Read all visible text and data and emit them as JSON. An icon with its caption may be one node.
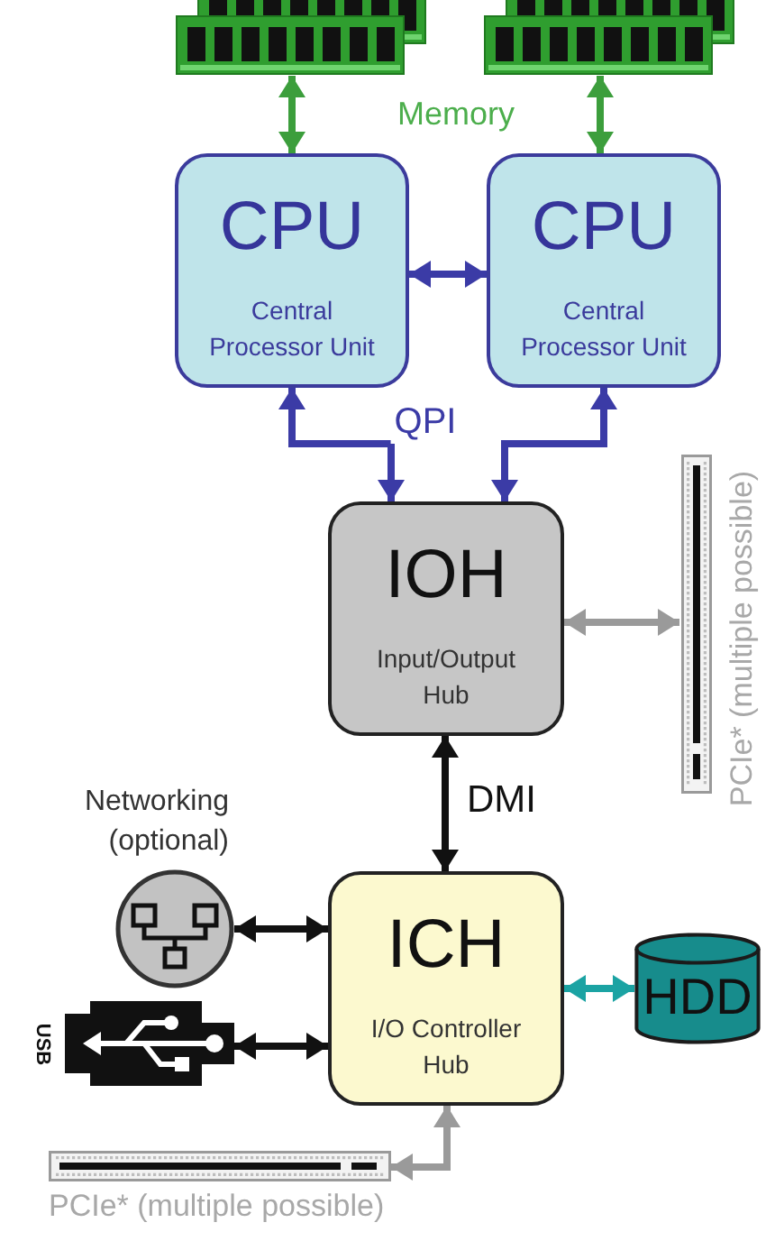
{
  "diagram": {
    "nodes": [
      {
        "text": [],
        "shape": "picture"
      },
      {
        "text": [],
        "shape": "picture"
      },
      {
        "text": [
          "CPU",
          "Central Processor Unit"
        ]
      },
      {
        "text": [
          "CPU",
          "Central Processor Unit"
        ]
      },
      {
        "text": [
          "IOH",
          "Input/Output Hub"
        ]
      },
      {
        "text": [
          "PCIe* (multiple possible)"
        ]
      },
      {
        "text": [
          "Networking (optional)"
        ]
      },
      {
        "text": [
          "USB"
        ]
      },
      {
        "text": [
          "ICH",
          "I/O Controller Hub"
        ]
      },
      {
        "text": [
          "HDD"
        ]
      },
      {
        "text": [
          "PCIe* (multiple possible)"
        ]
      }
    ],
    "edges": [
      {
        "from": 0,
        "to": 2,
        "arrow": "both",
        "color": "#3c9e3c"
      },
      {
        "from": 1,
        "to": 3,
        "arrow": "both",
        "color": "#3c9e3c"
      },
      {
        "from": 2,
        "to": 3,
        "arrow": "both",
        "color": "#3b3ba6"
      },
      {
        "from": 2,
        "to": 4,
        "arrow": "both",
        "color": "#3b3ba6"
      },
      {
        "from": 3,
        "to": 4,
        "arrow": "both",
        "color": "#3b3ba6"
      },
      {
        "from": 4,
        "to": 5,
        "arrow": "both",
        "color": "#9a9a9a"
      },
      {
        "from": 4,
        "to": 8,
        "arrow": "both",
        "label": "DMI",
        "color": "#111111"
      },
      {
        "from": 6,
        "to": 8,
        "arrow": "both",
        "color": "#111111"
      },
      {
        "from": 7,
        "to": 8,
        "arrow": "both",
        "color": "#111111"
      },
      {
        "from": 8,
        "to": 9,
        "arrow": "both",
        "color": "#1ba3a3"
      },
      {
        "from": 8,
        "to": 10,
        "arrow": "both",
        "color": "#9a9a9a"
      }
    ],
    "labels": [
      "Memory",
      "QPI"
    ]
  }
}
